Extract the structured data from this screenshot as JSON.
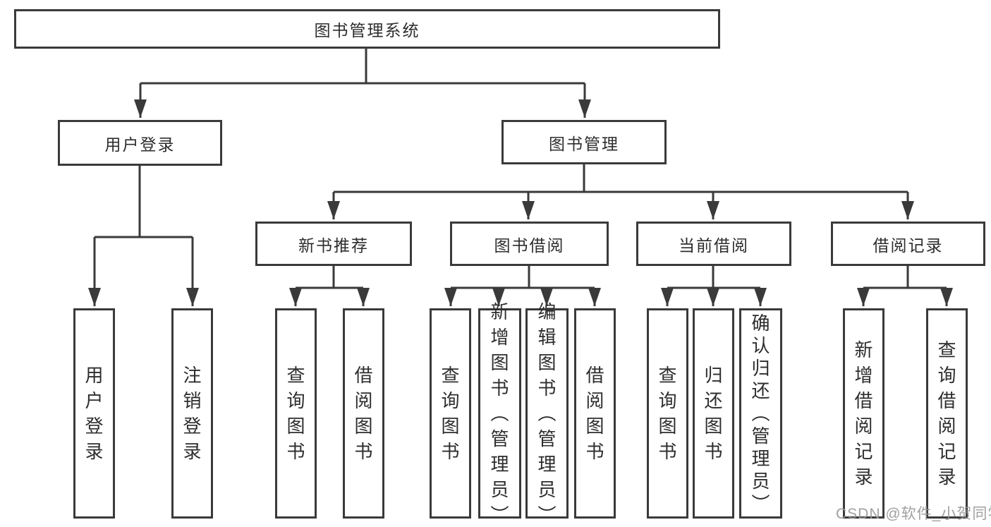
{
  "diagram": {
    "root": "图书管理系统",
    "level2": [
      "用户登录",
      "图书管理"
    ],
    "level3": [
      "新书推荐",
      "图书借阅",
      "当前借阅",
      "借阅记录"
    ],
    "leaves": {
      "user_login": [
        "用户登录",
        "注销登录"
      ],
      "new_book": [
        "查询图书",
        "借阅图书"
      ],
      "book_borrow": [
        "查询图书",
        "新增图书（管理员）",
        "编辑图书（管理员）",
        "借阅图书"
      ],
      "current_borrow": [
        "查询图书",
        "归还图书",
        "确认归还（管理员）"
      ],
      "borrow_record": [
        "新增借阅记录",
        "查询借阅记录"
      ]
    }
  },
  "watermark": "CSDN @软件_小贺同学",
  "colors": {
    "line": "#3a3a3a",
    "text": "#2d2d2d",
    "background": "#ffffff",
    "watermark": "#969696"
  }
}
